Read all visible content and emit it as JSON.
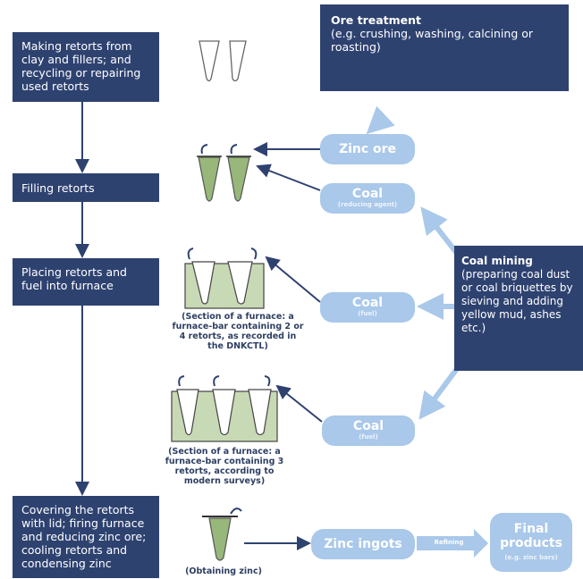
{
  "steps": {
    "making": "Making retorts from clay and fillers; and recycling or repairing used retorts",
    "filling": "Filling retorts",
    "placing": "Placing retorts and fuel into furnace",
    "covering": "Covering the retorts with lid; firing furnace and reducing zinc ore; cooling retorts and condensing zinc"
  },
  "ore_treatment": {
    "title": "Ore treatment",
    "detail": "(e.g. crushing, washing, calcining or roasting)"
  },
  "coal_mining": {
    "title": "Coal mining",
    "detail": "(preparing coal dust or coal briquettes by sieving and adding yellow mud, ashes etc.)"
  },
  "pills": {
    "zinc_ore": "Zinc ore",
    "coal1": "Coal",
    "coal1_sub": "(reducing agent)",
    "coal2": "Coal",
    "coal2_sub": "(fuel)",
    "coal3": "Coal",
    "coal3_sub": "(fuel)",
    "zinc_ingots": "Zinc ingots",
    "final": "Final products",
    "final_sub": "(e.g. zinc bars)"
  },
  "labels": {
    "refining": "Refining"
  },
  "captions": {
    "furnace1": "(Section of a furnace: a furnace-bar containing 2 or 4 retorts, as recorded in the DNKCTL)",
    "furnace2": "(Section of a furnace: a furnace-bar containing 3 retorts, according to modern surveys)",
    "obtaining": "(Obtaining zinc)"
  },
  "colors": {
    "dark_box": "#2e4270",
    "pill": "#a9c8ea",
    "arrow_dark": "#2e4270",
    "arrow_light": "#a9c8ea",
    "retort_fill": "#98b77a"
  }
}
